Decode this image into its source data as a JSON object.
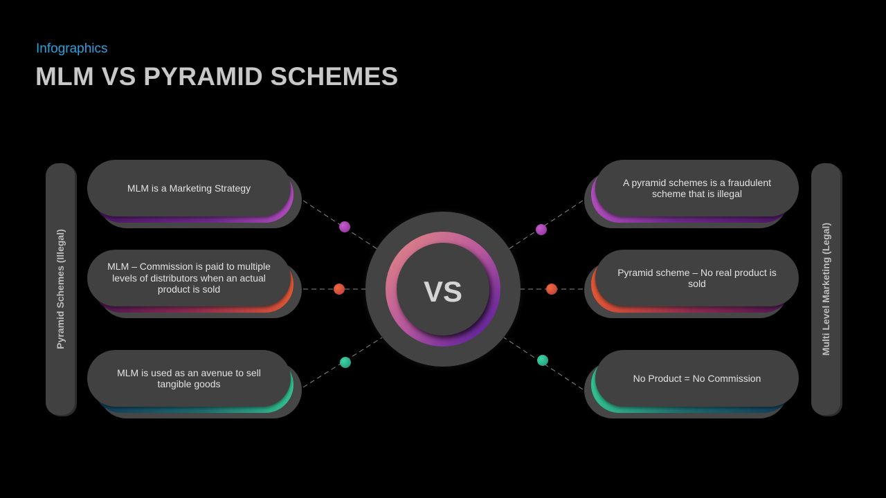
{
  "header": {
    "subtitle": "Infographics",
    "title": "MLM VS PYRAMID SCHEMES"
  },
  "sidebars": {
    "left": {
      "label": "Pyramid  Schemes (Illegal)"
    },
    "right": {
      "label": "Multi Level Marketing (Legal)"
    }
  },
  "center": {
    "label": "VS"
  },
  "left_items": [
    {
      "text": "MLM is a Marketing Strategy",
      "color": "purple"
    },
    {
      "text": "MLM – Commission is paid to multiple levels of distributors when an actual product is sold",
      "color": "orange"
    },
    {
      "text": "MLM is used as an avenue to sell tangible goods",
      "color": "green"
    }
  ],
  "right_items": [
    {
      "text": "A pyramid schemes is a fraudulent scheme that is illegal",
      "color": "purple"
    },
    {
      "text": "Pyramid scheme – No real product is sold",
      "color": "orange"
    },
    {
      "text": "No Product = No Commission",
      "color": "green"
    }
  ],
  "colors": {
    "subtitle": "#2aa3dd",
    "title": "#c8c8c8",
    "pill": "#414141",
    "purple": "#a748b0",
    "orange": "#d9553a",
    "green": "#2fb98c"
  }
}
